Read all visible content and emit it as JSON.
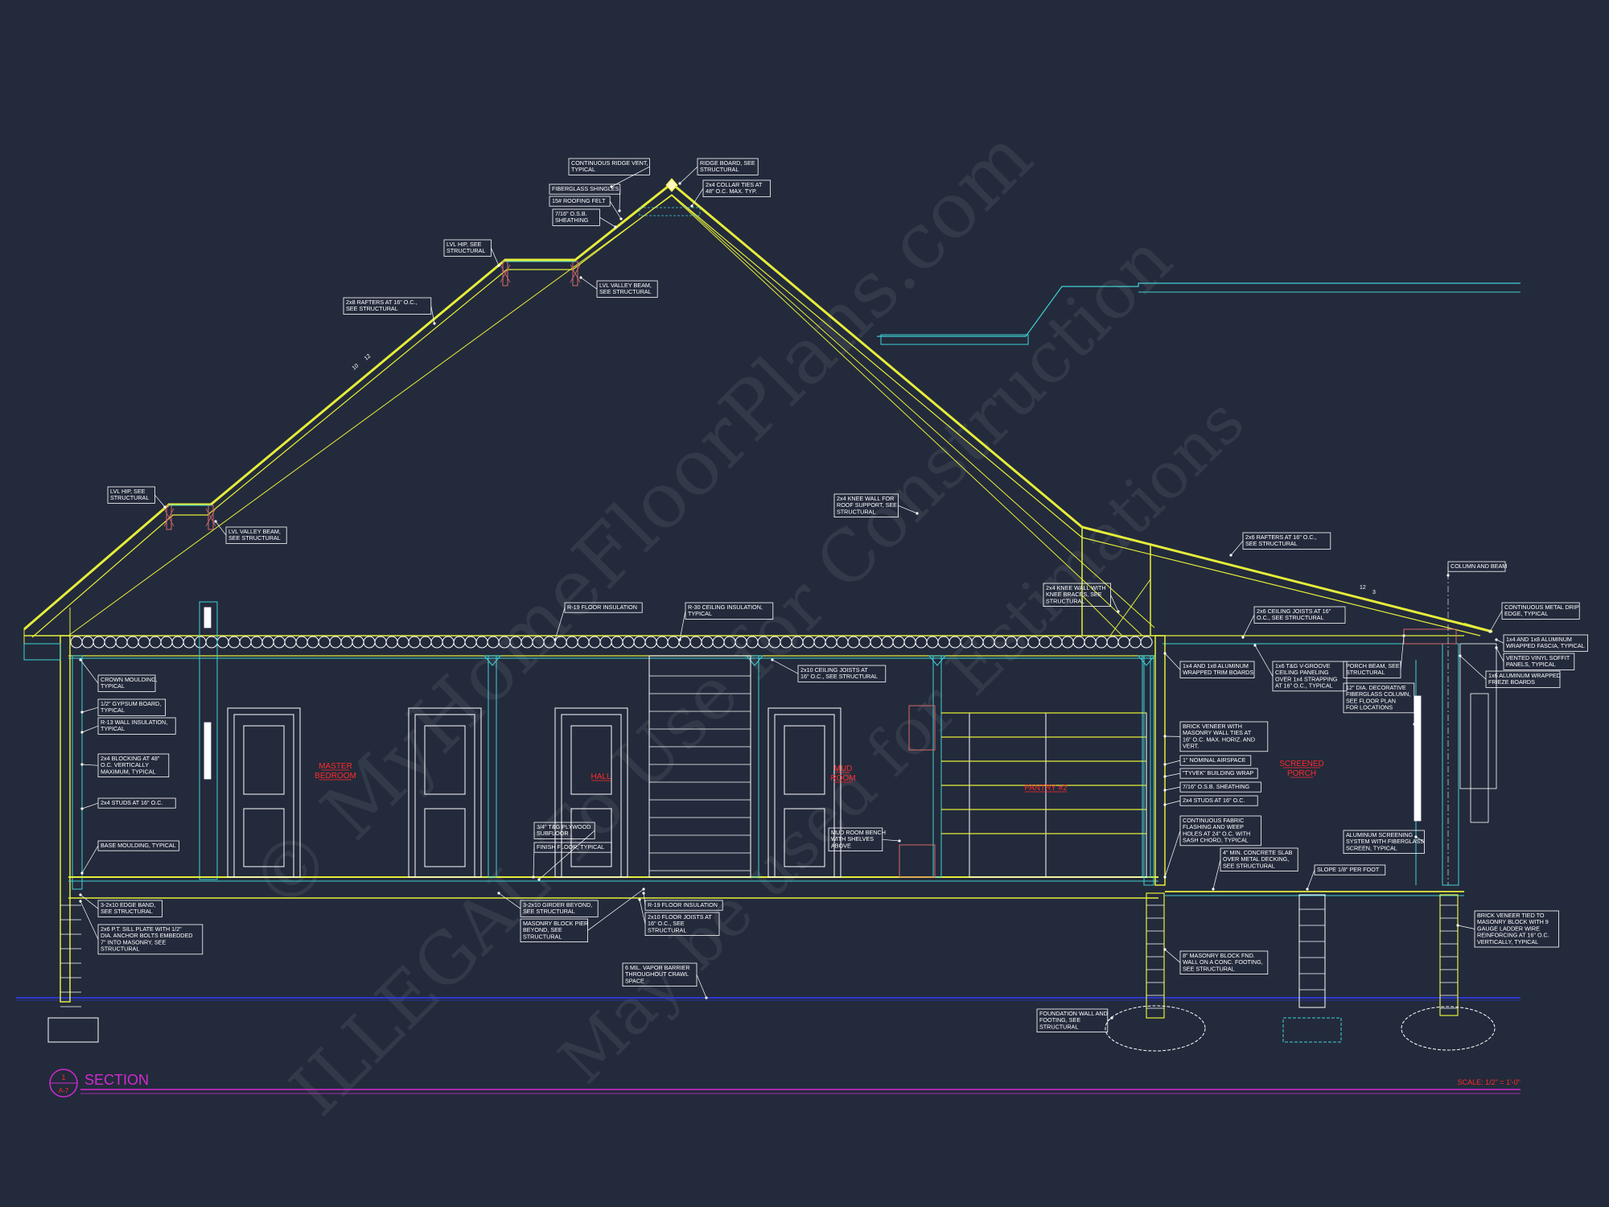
{
  "title": "SECTION",
  "detail_marker": {
    "number": "1",
    "sheet": "A-7"
  },
  "scale": "SCALE: 1/2\" = 1'-0\"",
  "pitch_labels": {
    "main": {
      "rise": "10",
      "run": "12"
    },
    "porch": {
      "rise": "3",
      "run": "12"
    }
  },
  "watermark": [
    "© MyHomeFloorPlans.com",
    "ILLEGAL To Use for Construction",
    "May be used for Estimations"
  ],
  "rooms": [
    {
      "id": "master",
      "lines": [
        "MASTER",
        "BEDROOM"
      ]
    },
    {
      "id": "hall",
      "lines": [
        "HALL"
      ]
    },
    {
      "id": "mudroom",
      "lines": [
        "MUD",
        "ROOM"
      ]
    },
    {
      "id": "pantry",
      "lines": [
        "PANTRY #2"
      ]
    },
    {
      "id": "porch",
      "lines": [
        "SCREENED",
        "PORCH"
      ]
    }
  ],
  "notes": [
    {
      "id": "ridge-vent",
      "lines": [
        "CONTINUOUS RIDGE VENT,",
        "TYPICAL"
      ]
    },
    {
      "id": "ridge-board",
      "lines": [
        "RIDGE BOARD, SEE",
        "STRUCTURAL"
      ]
    },
    {
      "id": "shingles",
      "lines": [
        "FIBERGLASS SHINGLES"
      ]
    },
    {
      "id": "collar-ties",
      "lines": [
        "2x4 COLLAR TIES AT",
        "48\" O.C. MAX. TYP."
      ]
    },
    {
      "id": "felt",
      "lines": [
        "15# ROOFING FELT"
      ]
    },
    {
      "id": "osb-roof",
      "lines": [
        "7/16\" O.S.B.",
        "SHEATHING"
      ]
    },
    {
      "id": "lvl-hip-top",
      "lines": [
        "LVL HIP, SEE",
        "STRUCTURAL"
      ]
    },
    {
      "id": "lvl-valley-top",
      "lines": [
        "LVL VALLEY BEAM,",
        "SEE STRUCTURAL"
      ]
    },
    {
      "id": "rafters-main",
      "lines": [
        "2x8 RAFTERS AT 16\" O.C.,",
        "SEE STRUCTURAL"
      ]
    },
    {
      "id": "lvl-hip-left",
      "lines": [
        "LVL HIP, SEE",
        "STRUCTURAL"
      ]
    },
    {
      "id": "lvl-valley-left",
      "lines": [
        "LVL VALLEY BEAM,",
        "SEE STRUCTURAL"
      ]
    },
    {
      "id": "knee-wall",
      "lines": [
        "2x4 KNEE WALL FOR",
        "ROOF SUPPORT, SEE",
        "STRUCTURAL"
      ]
    },
    {
      "id": "rafters-porch",
      "lines": [
        "2x6 RAFTERS AT 16\" O.C.,",
        "SEE STRUCTURAL"
      ]
    },
    {
      "id": "column-beam",
      "lines": [
        "COLUMN AND BEAM"
      ]
    },
    {
      "id": "knee-wall-braces",
      "lines": [
        "2x4 KNEE WALL WITH",
        "KNEE BRACES, SEE",
        "STRUCTURAL"
      ]
    },
    {
      "id": "r19-top",
      "lines": [
        "R-19 FLOOR INSULATION"
      ]
    },
    {
      "id": "r30",
      "lines": [
        "R-30 CEILING INSULATION,",
        "TYPICAL"
      ]
    },
    {
      "id": "ceiling-joists-porch",
      "lines": [
        "2x6 CEILING JOISTS AT 16\"",
        "O.C., SEE STRUCTURAL"
      ]
    },
    {
      "id": "drip-edge",
      "lines": [
        "CONTINUOUS METAL DRIP",
        "EDGE, TYPICAL"
      ]
    },
    {
      "id": "fascia",
      "lines": [
        "1x4 AND 1x8 ALUMINUM",
        "WRAPPED FASCIA, TYPICAL"
      ]
    },
    {
      "id": "soffit",
      "lines": [
        "VENTED VINYL SOFFIT",
        "PANELS, TYPICAL"
      ]
    },
    {
      "id": "frieze",
      "lines": [
        "1x6 ALUMINUM WRAPPED",
        "FRIEZE BOARDS"
      ]
    },
    {
      "id": "crown",
      "lines": [
        "CROWN MOULDING,",
        "TYPICAL"
      ]
    },
    {
      "id": "ceiling-joists-main",
      "lines": [
        "2x10 CEILING JOISTS AT",
        "16\" O.C., SEE STRUCTURAL"
      ]
    },
    {
      "id": "trim-boards",
      "lines": [
        "1x4 AND 1x8 ALUMINUM",
        "WRAPPED TRIM BOARDS"
      ]
    },
    {
      "id": "v-groove",
      "lines": [
        "1x6 T&G V-GROOVE",
        "CEILING PANELING",
        "OVER 1x4 STRAPPING",
        "AT 16\" O.C., TYPICAL"
      ]
    },
    {
      "id": "porch-beam",
      "lines": [
        "PORCH BEAM, SEE",
        "STRUCTURAL"
      ]
    },
    {
      "id": "fg-column",
      "lines": [
        "12\" DIA. DECORATIVE",
        "FIBERGLASS COLUMN,",
        "SEE FLOOR PLAN",
        "FOR LOCATIONS"
      ]
    },
    {
      "id": "gypsum",
      "lines": [
        "1/2\" GYPSUM BOARD,",
        "TYPICAL"
      ]
    },
    {
      "id": "r13",
      "lines": [
        "R-13 WALL INSULATION,",
        "TYPICAL"
      ]
    },
    {
      "id": "blocking",
      "lines": [
        "2x4 BLOCKING AT 48\"",
        "O.C. VERTICALLY",
        "MAXIMUM, TYPICAL"
      ]
    },
    {
      "id": "studs-left",
      "lines": [
        "2x4 STUDS AT 16\" O.C."
      ]
    },
    {
      "id": "base-moulding",
      "lines": [
        "BASE MOULDING, TYPICAL"
      ]
    },
    {
      "id": "subfloor",
      "lines": [
        "3/4\" T&G PLYWOOD",
        "SUBFLOOR"
      ]
    },
    {
      "id": "finish-floor",
      "lines": [
        "FINISH FLOOR, TYPICAL"
      ]
    },
    {
      "id": "mud-bench",
      "lines": [
        "MUD ROOM BENCH",
        "WITH SHELVES",
        "ABOVE"
      ]
    },
    {
      "id": "brick-veneer",
      "lines": [
        "BRICK VENEER WITH",
        "MASONRY WALL TIES AT",
        "16\" O.C. MAX. HORIZ. AND",
        "VERT."
      ]
    },
    {
      "id": "airspace",
      "lines": [
        "1\" NOMINAL AIRSPACE"
      ]
    },
    {
      "id": "tyvek",
      "lines": [
        "\"TYVEK\" BUILDING WRAP"
      ]
    },
    {
      "id": "osb-wall",
      "lines": [
        "7/16\" O.S.B. SHEATHING"
      ]
    },
    {
      "id": "studs-right",
      "lines": [
        "2x4 STUDS AT 16\" O.C."
      ]
    },
    {
      "id": "flashing",
      "lines": [
        "CONTINUOUS FABRIC",
        "FLASHING AND WEEP",
        "HOLES AT 24\" O.C. WITH",
        "SASH CHORD, TYPICAL"
      ]
    },
    {
      "id": "screening",
      "lines": [
        "ALUMINUM SCREENING",
        "SYSTEM WITH FIBERGLASS",
        "SCREEN, TYPICAL"
      ]
    },
    {
      "id": "slab",
      "lines": [
        "4\" MIN. CONCRETE SLAB",
        "OVER METAL DECKING,",
        "SEE STRUCTURAL"
      ]
    },
    {
      "id": "slope",
      "lines": [
        "SLOPE 1/8\" PER FOOT"
      ]
    },
    {
      "id": "edge-band",
      "lines": [
        "3-2x10 EDGE BAND,",
        "SEE STRUCTURAL"
      ]
    },
    {
      "id": "sill-plate",
      "lines": [
        "2x6 P.T. SILL PLATE WITH 1/2\"",
        "DIA. ANCHOR BOLTS EMBEDDED",
        "7\" INTO MASONRY, SEE",
        "STRUCTURAL"
      ]
    },
    {
      "id": "girder",
      "lines": [
        "3-2x10 GIRDER BEYOND,",
        "SEE STRUCTURAL"
      ]
    },
    {
      "id": "block-pier",
      "lines": [
        "MASONRY BLOCK PIER",
        "BEYOND, SEE",
        "STRUCTURAL"
      ]
    },
    {
      "id": "r19-bottom",
      "lines": [
        "R-19 FLOOR INSULATION"
      ]
    },
    {
      "id": "floor-joists",
      "lines": [
        "2x10 FLOOR JOISTS AT",
        "16\" O.C., SEE",
        "STRUCTURAL"
      ]
    },
    {
      "id": "vapor-barrier",
      "lines": [
        "6 MIL. VAPOR BARRIER",
        "THROUGHOUT CRAWL",
        "SPACE"
      ]
    },
    {
      "id": "block-fnd",
      "lines": [
        "8\" MASONRY BLOCK FND.",
        "WALL ON A CONC. FOOTING,",
        "SEE STRUCTURAL"
      ]
    },
    {
      "id": "foundation-wall",
      "lines": [
        "FOUNDATION WALL AND",
        "FOOTING, SEE",
        "STRUCTURAL"
      ]
    },
    {
      "id": "brick-ladder",
      "lines": [
        "BRICK VENEER TIED TO",
        "MASONRY BLOCK WITH 9",
        "GAUGE LADDER WIRE",
        "REINFORCING AT 16\" O.C.",
        "VERTICALLY, TYPICAL"
      ]
    }
  ],
  "colors": {
    "background": "#232a3b",
    "roof": "#e6ee3a",
    "structure": "#3fd1d6",
    "insulation": "#ffffff",
    "room_labels": "#ff2a2a",
    "title": "#d12bd1",
    "grade": "#2f3cff",
    "framing": "#d66a6a"
  }
}
